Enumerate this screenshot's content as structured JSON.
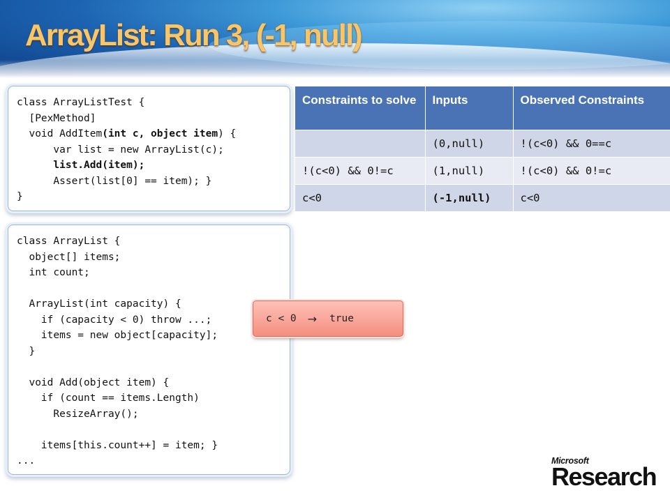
{
  "title": "ArrayList: Run 3, (-1, null)",
  "test_code": {
    "l1": "class ArrayListTest {",
    "l2": "  [PexMethod]",
    "l3a": "  void AddItem",
    "l3b": "(int c, object item",
    "l3c": ") {",
    "l4": "      var list = new ArrayList(c);",
    "l5": "      list.Add(item);",
    "l6": "      Assert(list[0] == item); }",
    "l7": "}"
  },
  "class_code": {
    "l1": "class ArrayList {",
    "l2": "  object[] items;",
    "l3": "  int count;",
    "l4": "",
    "l5": "  ArrayList(int capacity) {",
    "l6": "    if (capacity < 0) throw ...;",
    "l7": "    items = new object[capacity];",
    "l8": "  }",
    "l9": "",
    "l10": "  void Add(object item) {",
    "l11": "    if (count == items.Length)",
    "l12": "      ResizeArray();",
    "l13": "",
    "l14": "    items[this.count++] = item; }",
    "l15": "..."
  },
  "callout": {
    "lhs": "c < 0",
    "arrow": "→",
    "rhs": "true"
  },
  "table": {
    "headers": [
      "Constraints to solve",
      "Inputs",
      "Observed Constraints"
    ],
    "rows": [
      [
        "",
        "(0,null)",
        "!(c<0) && 0==c"
      ],
      [
        "!(c<0) && 0!=c",
        "(1,null)",
        "!(c<0) && 0!=c"
      ],
      [
        "c<0",
        "(-1,null)",
        "c<0"
      ]
    ],
    "highlight_color": "#e8191c",
    "header_color": "#4a73b6"
  },
  "logo": {
    "top": "Microsoft",
    "bottom": "Research"
  }
}
